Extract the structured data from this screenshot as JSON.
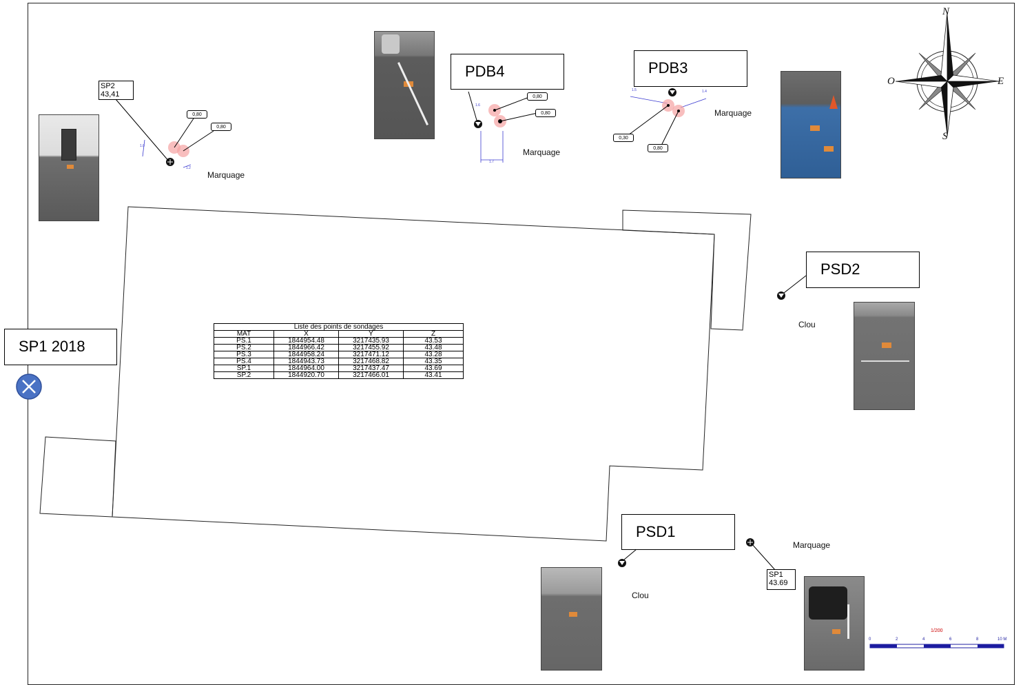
{
  "labels": {
    "pdb4": "PDB4",
    "pdb3": "PDB3",
    "psd2": "PSD2",
    "psd1": "PSD1",
    "sp1_2018": "SP1 2018"
  },
  "points": {
    "sp2_name": "SP2",
    "sp2_z": "43,41",
    "sp1_name": "SP1",
    "sp1_z": "43.69"
  },
  "marker_texts": {
    "marquage_1": "Marquage",
    "marquage_2": "Marquage",
    "marquage_3": "Marquage",
    "marquage_4": "Marquage",
    "clou_1": "Clou",
    "clou_2": "Clou"
  },
  "depth_tags": {
    "sp2_a": "0,80",
    "sp2_b": "0,80",
    "pdb4_a": "0,80",
    "pdb4_b": "0,80",
    "pdb3_a": "0,30",
    "pdb3_b": "0,80"
  },
  "compass": {
    "n": "N",
    "s": "S",
    "e": "E",
    "o": "O"
  },
  "table": {
    "title": "Liste des points de sondages",
    "headers": [
      "MAT",
      "X",
      "Y",
      "Z"
    ],
    "rows": [
      [
        "PS.1",
        "1844954.48",
        "3217435.93",
        "43.53"
      ],
      [
        "PS.2",
        "1844966.42",
        "3217455.92",
        "43.48"
      ],
      [
        "PS.3",
        "1844958.24",
        "3217471.12",
        "43.28"
      ],
      [
        "PS.4",
        "1844943.73",
        "3217468.82",
        "43.35"
      ],
      [
        "SP.1",
        "1844964.00",
        "3217437.47",
        "43.69"
      ],
      [
        "SP.2",
        "1844920.70",
        "3217466.01",
        "43.41"
      ]
    ]
  },
  "scale_bar": {
    "title": "1/200",
    "ticks": [
      "0",
      "2",
      "4",
      "6",
      "8",
      "10 M"
    ]
  },
  "colors": {
    "sp1_2018_marker": "#4a72c4",
    "scale_bar": "#1c1ca0",
    "marking_circle": "#f5a3a3"
  }
}
